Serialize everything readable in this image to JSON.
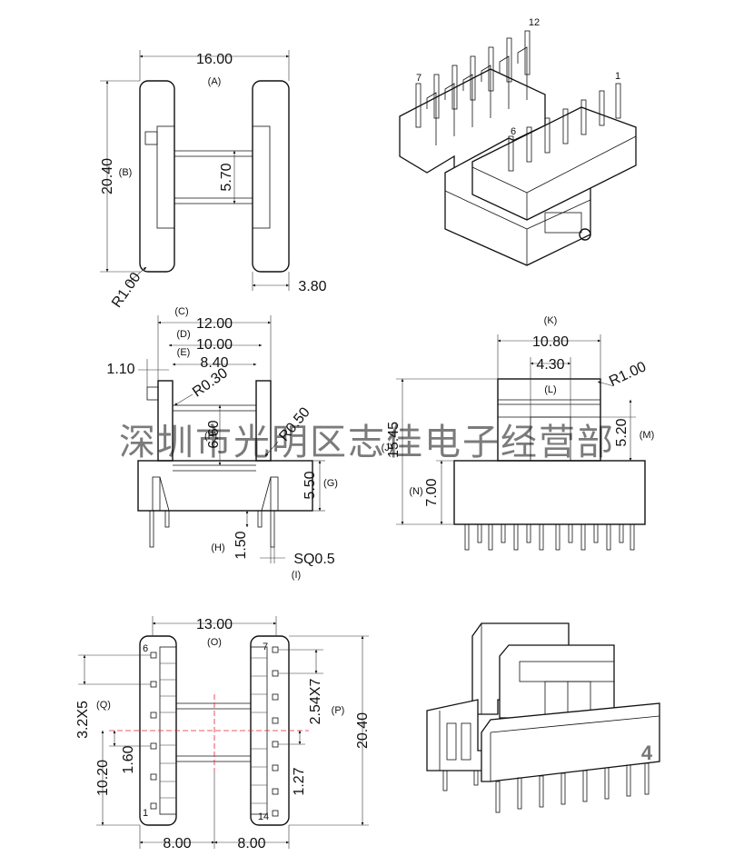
{
  "watermark": "深圳市光明区志佳电子经营部",
  "figure_number": "4",
  "top_view": {
    "width": "16.00",
    "width_ref": "(A)",
    "height": "20.40",
    "height_ref": "(B)",
    "core": "5.70",
    "radius": "R1.00",
    "flange": "3.80"
  },
  "iso_top": {
    "pin_12": "12",
    "pin_7": "7",
    "pin_6": "6",
    "pin_1": "1"
  },
  "side_view": {
    "c_ref": "(C)",
    "c_val": "12.00",
    "d_ref": "(D)",
    "d_val": "10.00",
    "e_ref": "(E)",
    "e_val": "8.40",
    "left_dim": "1.10",
    "r030": "R0.30",
    "f_ref": "(F)",
    "f_val": "6.60",
    "r050": "R0.50",
    "g_val": "5.50",
    "g_ref": "(G)",
    "h_ref": "(H)",
    "h_val": "1.50",
    "sq": "SQ0.5",
    "i_ref": "(I)"
  },
  "front_view": {
    "k_ref": "(K)",
    "k_val": "10.80",
    "l_top": "4.30",
    "l_ref": "(L)",
    "radius": "R1.00",
    "j_ref": "(J)",
    "j_val": "15.45",
    "n_ref": "(N)",
    "n_val": "7.00",
    "m_val": "5.20",
    "m_ref": "(M)"
  },
  "bottom_view": {
    "width": "13.00",
    "o_ref": "(O)",
    "pin_6": "6",
    "pin_7": "7",
    "pin_1": "1",
    "pin_14": "14",
    "q_pitch": "3.2X5",
    "q_ref": "(Q)",
    "offset_160": "1.60",
    "left_height": "10.20",
    "p_pitch": "2.54X7",
    "p_ref": "(P)",
    "height": "20.40",
    "offset_127": "1.27",
    "half_left": "8.00",
    "half_right": "8.00"
  }
}
